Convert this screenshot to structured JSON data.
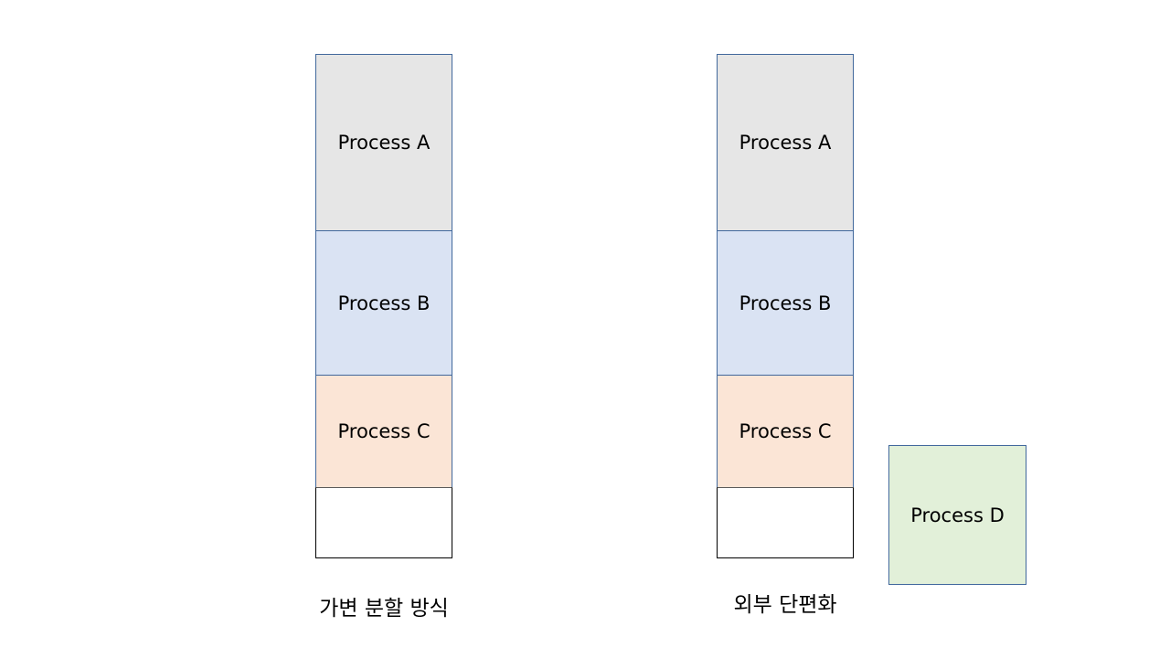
{
  "colors": {
    "border": "#41689c",
    "process_a": "#e6e6e6",
    "process_b": "#dae3f3",
    "process_c": "#fbe5d6",
    "process_d": "#e2f0d9",
    "free": "#ffffff"
  },
  "left_diagram": {
    "blocks": [
      {
        "label": "Process A",
        "color_key": "process_a"
      },
      {
        "label": "Process B",
        "color_key": "process_b"
      },
      {
        "label": "Process C",
        "color_key": "process_c"
      },
      {
        "label": "",
        "color_key": "free"
      }
    ],
    "caption": "가변 분할 방식"
  },
  "right_diagram": {
    "blocks": [
      {
        "label": "Process A",
        "color_key": "process_a"
      },
      {
        "label": "Process B",
        "color_key": "process_b"
      },
      {
        "label": "Process C",
        "color_key": "process_c"
      },
      {
        "label": "",
        "color_key": "free"
      }
    ],
    "waiting_process": {
      "label": "Process D",
      "color_key": "process_d"
    },
    "caption": "외부 단편화"
  }
}
